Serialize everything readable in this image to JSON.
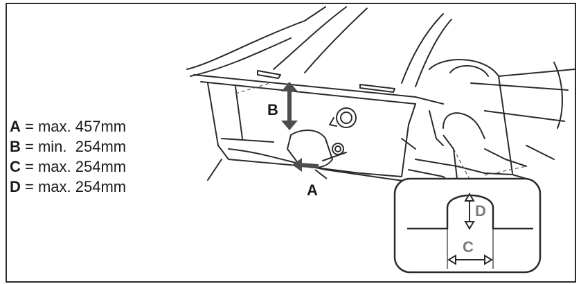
{
  "legend": [
    {
      "key": "A",
      "text": " = max. 457mm"
    },
    {
      "key": "B",
      "text": " = min.  254mm"
    },
    {
      "key": "C",
      "text": " = max. 254mm"
    },
    {
      "key": "D",
      "text": " = max. 254mm"
    }
  ],
  "labels": {
    "a": "A",
    "b": "B",
    "c": "C",
    "d": "D"
  }
}
